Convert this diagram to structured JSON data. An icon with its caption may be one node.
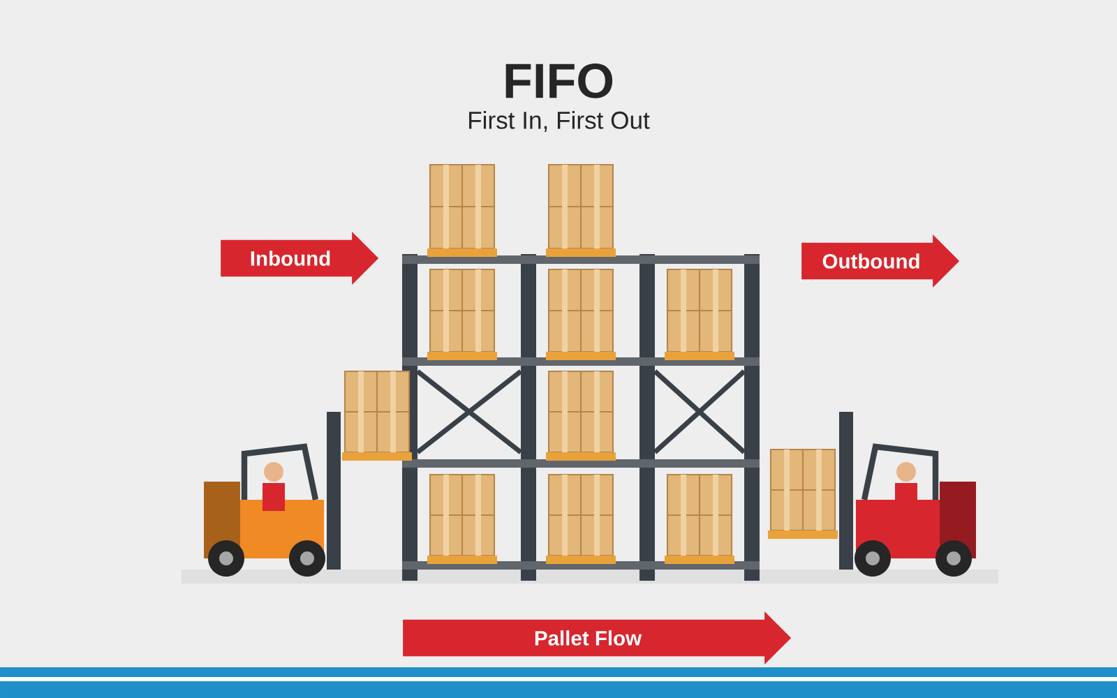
{
  "diagram": {
    "title": "FIFO",
    "nodes": [
      {
        "text": [
          "Inbound"
        ]
      },
      {
        "text": [
          "Outbound"
        ]
      },
      {
        "text": [
          "Pallet Flow"
        ]
      }
    ],
    "labels": [
      "First In, First Out"
    ]
  }
}
